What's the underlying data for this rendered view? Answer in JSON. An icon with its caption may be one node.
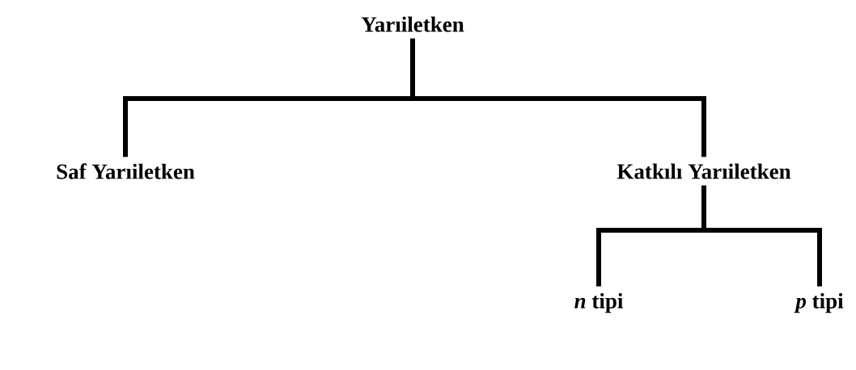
{
  "diagram": {
    "nodes": [
      {
        "text": [
          "Yarıiletken"
        ]
      },
      {
        "text": [
          "Saf Yarıiletken"
        ]
      },
      {
        "text": [
          "Katkılı Yarıiletken"
        ]
      },
      {
        "text": [
          "*n* tipi"
        ]
      },
      {
        "text": [
          "*p* tipi"
        ]
      }
    ],
    "edges": [
      {
        "from": 0,
        "to": 1,
        "arrow": "none"
      },
      {
        "from": 0,
        "to": 2,
        "arrow": "none"
      },
      {
        "from": 2,
        "to": 3,
        "arrow": "none"
      },
      {
        "from": 2,
        "to": 4,
        "arrow": "none"
      }
    ]
  }
}
